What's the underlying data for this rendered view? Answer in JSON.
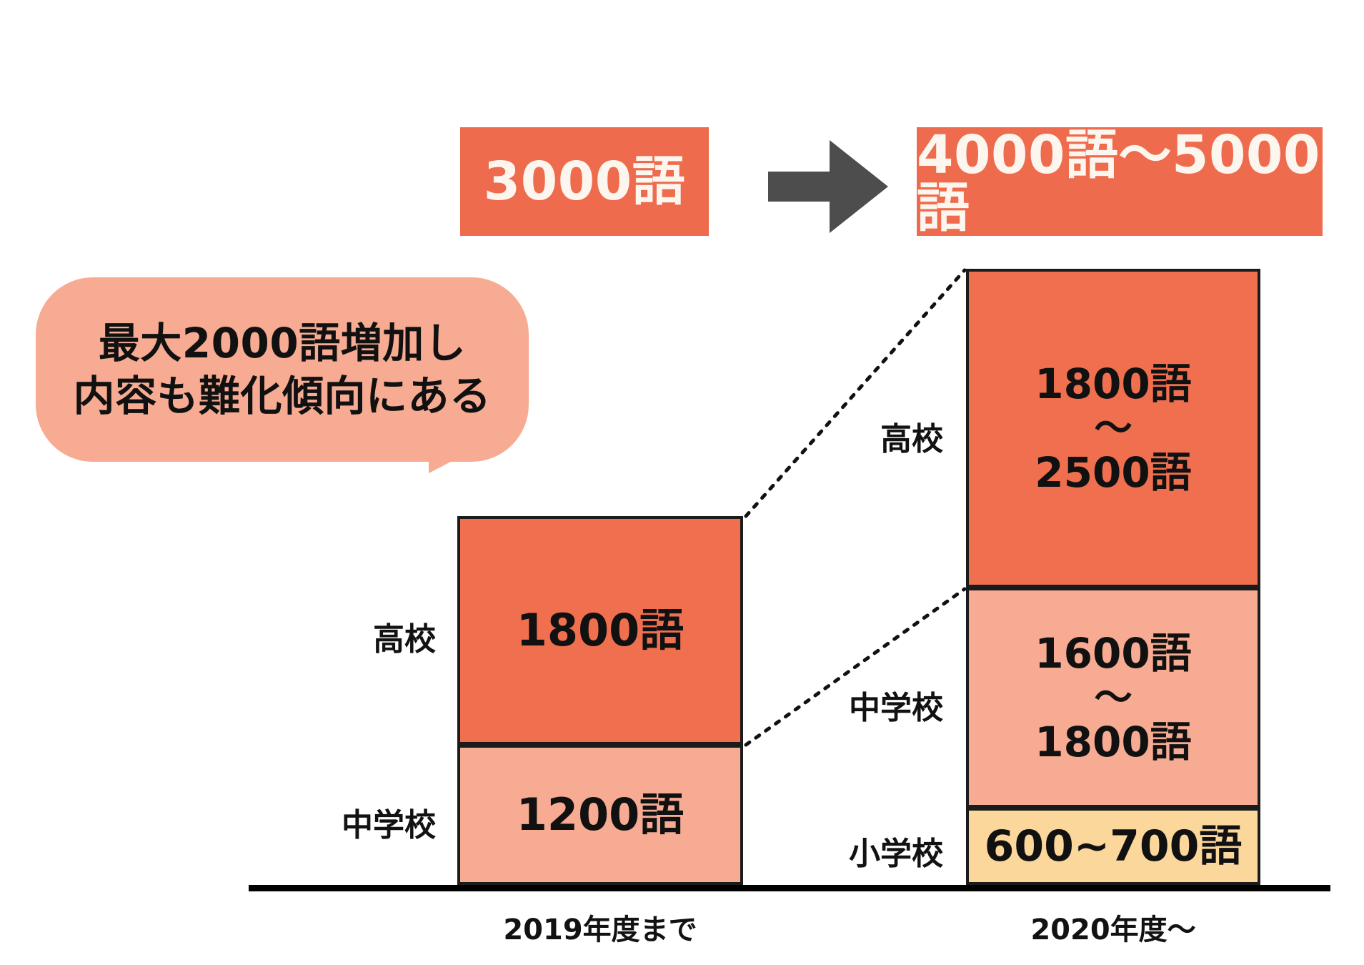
{
  "banners": {
    "before_label": "3000語",
    "after_label": "4000語～5000語",
    "arrow_icon": "arrow-right-icon"
  },
  "callout": {
    "line1": "最大2000語増加し",
    "line2": "内容も難化傾向にある"
  },
  "chart_data": {
    "type": "bar",
    "subtype": "stacked-comparison",
    "title": "",
    "xlabel": "",
    "ylabel": "",
    "grid": false,
    "legend": "none",
    "categories": [
      "2019年度まで",
      "2020年度～"
    ],
    "series": [
      {
        "name": "高校",
        "values": [
          1800,
          2150
        ],
        "labels": [
          "1800語",
          "1800語\n～\n2500語"
        ],
        "color": "#ef6f4e"
      },
      {
        "name": "中学校",
        "values": [
          1200,
          1700
        ],
        "labels": [
          "1200語",
          "1600語\n～\n1800語"
        ],
        "color": "#f6ab92"
      },
      {
        "name": "小学校",
        "values": [
          0,
          650
        ],
        "labels": [
          "",
          "600~700語"
        ],
        "color": "#fcd79b"
      }
    ],
    "totals": [
      "3000語",
      "4000語～5000語"
    ],
    "annotation": "最大2000語増加し内容も難化傾向にある"
  },
  "left_bar": {
    "axis_label": "2019年度まで",
    "segments": [
      {
        "category": "高校",
        "value_text": "1800語"
      },
      {
        "category": "中学校",
        "value_text": "1200語"
      }
    ]
  },
  "right_bar": {
    "axis_label": "2020年度～",
    "segments": [
      {
        "category": "高校",
        "value_top": "1800語",
        "value_tilde": "～",
        "value_bottom": "2500語"
      },
      {
        "category": "中学校",
        "value_top": "1600語",
        "value_tilde": "～",
        "value_bottom": "1800語"
      },
      {
        "category": "小学校",
        "value_text": "600~700語"
      }
    ]
  },
  "colors": {
    "high_school": "#ef6f4e",
    "junior_high": "#f6ab92",
    "elementary": "#fcd79b",
    "banner": "#ee6c4d",
    "callout": "#f6ab92",
    "arrow": "#4d4d4d",
    "outline": "#1b1b1b"
  }
}
